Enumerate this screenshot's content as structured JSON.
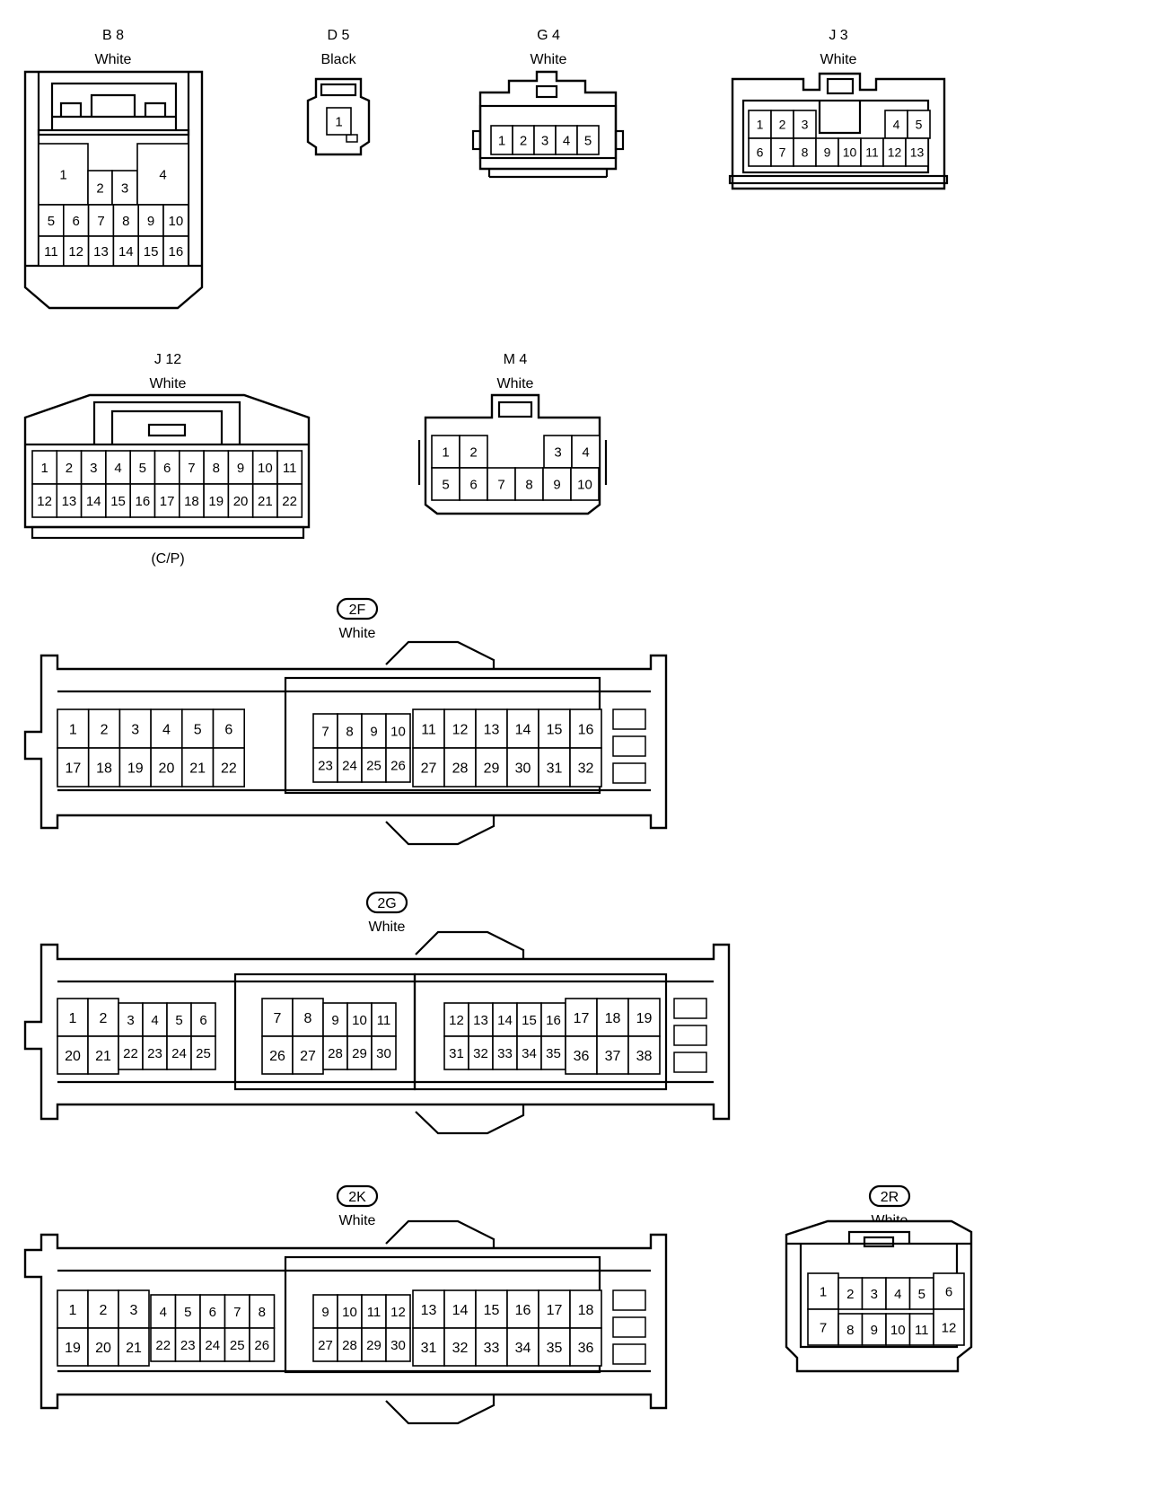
{
  "connectors": {
    "B8": {
      "code": "B 8",
      "color": "White"
    },
    "D5": {
      "code": "D 5",
      "color": "Black"
    },
    "G4": {
      "code": "G 4",
      "color": "White"
    },
    "J3": {
      "code": "J 3",
      "color": "White"
    },
    "J12": {
      "code": "J 12",
      "color": "White",
      "note": "(C/P)"
    },
    "M4": {
      "code": "M 4",
      "color": "White"
    },
    "2F": {
      "code": "2F",
      "color": "White"
    },
    "2G": {
      "code": "2G",
      "color": "White"
    },
    "2K": {
      "code": "2K",
      "color": "White"
    },
    "2R": {
      "code": "2R",
      "color": "White"
    }
  }
}
